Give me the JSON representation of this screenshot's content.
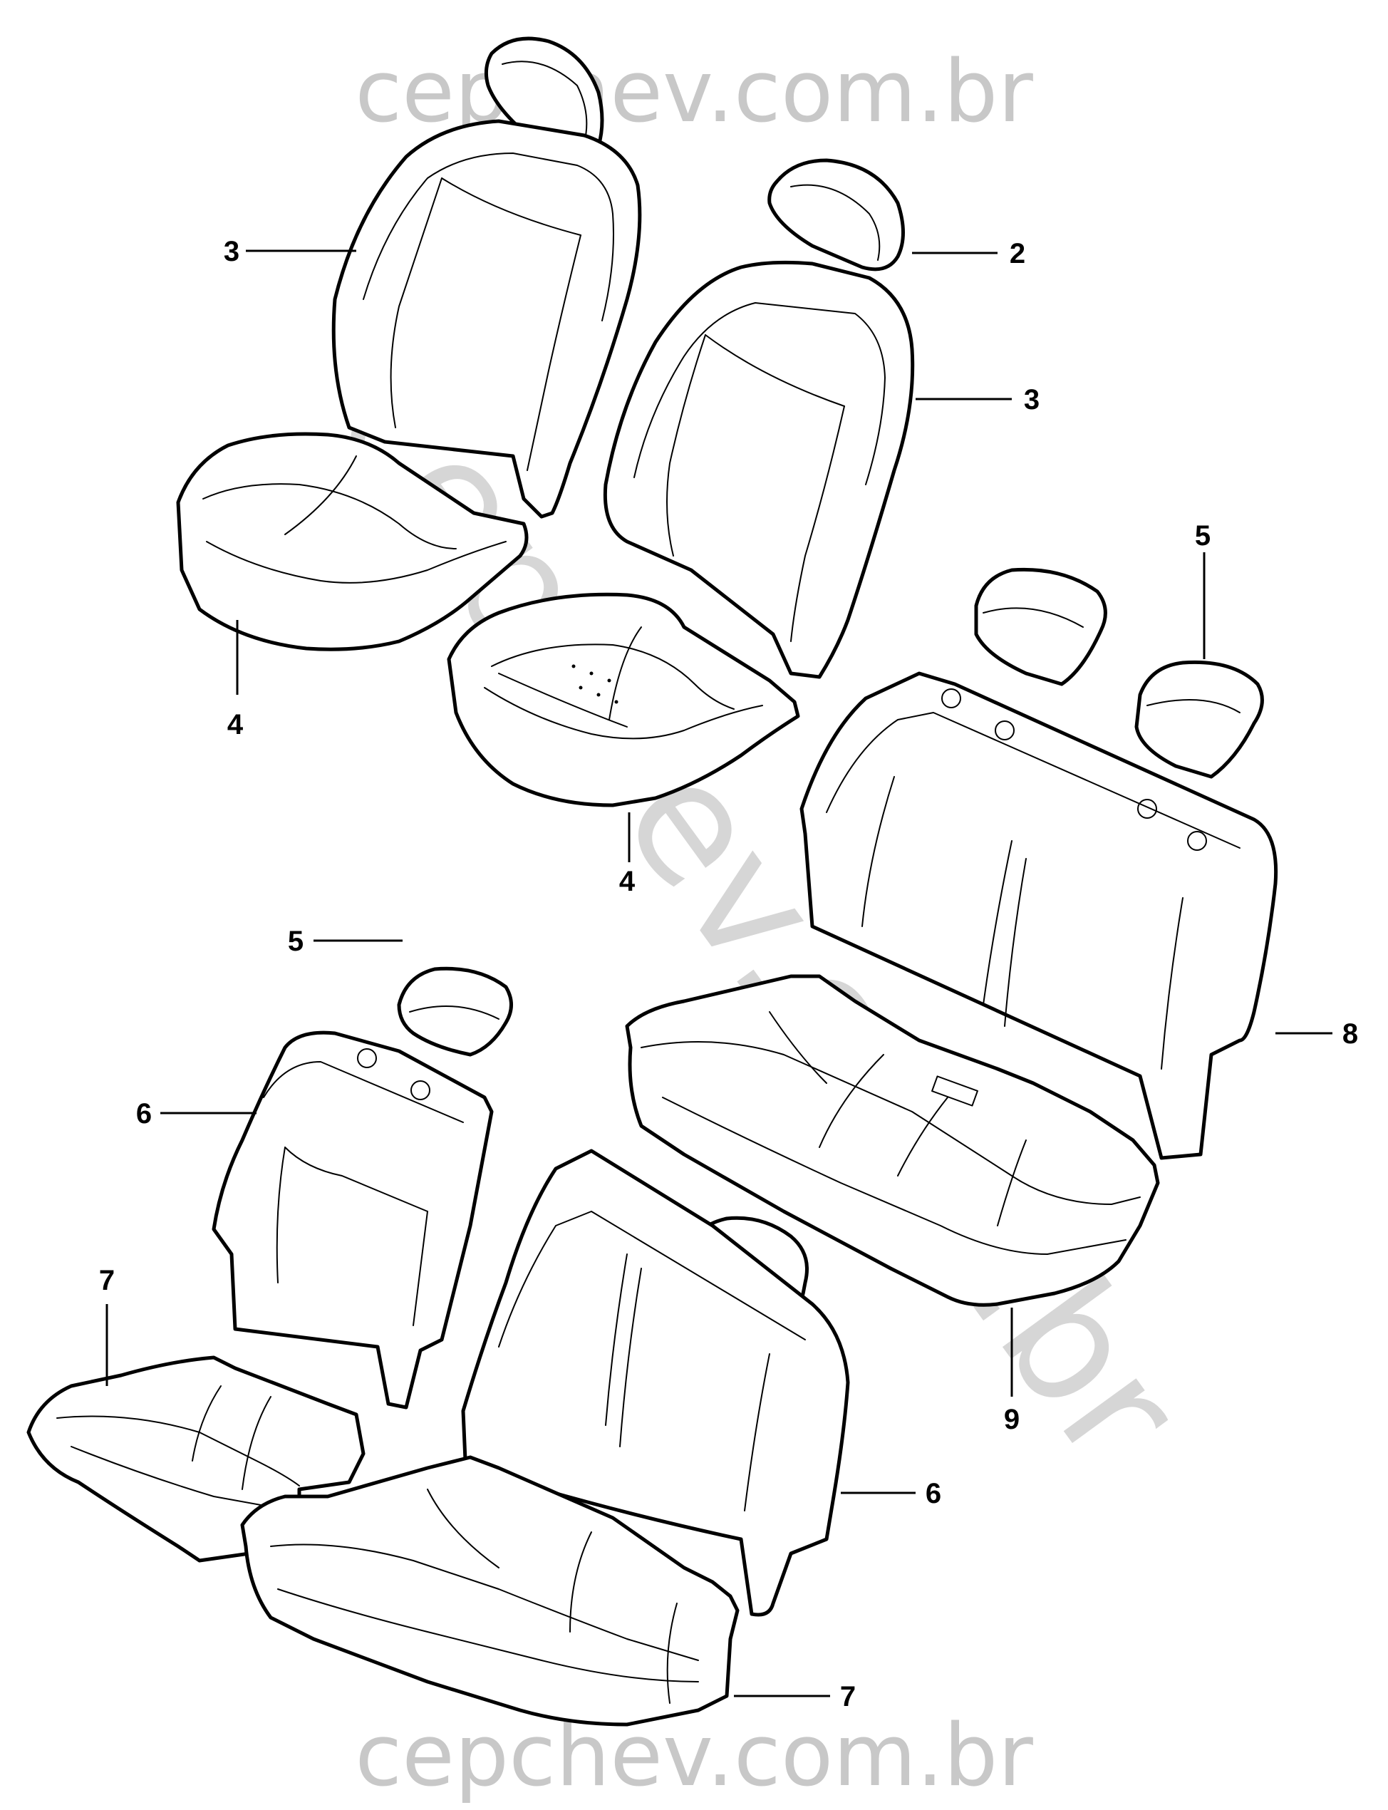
{
  "watermark": {
    "top": "cepchev.com.br",
    "diagonal": "cepchev.com.br",
    "bottom": "cepchev.com.br",
    "color": "#c8c8c8"
  },
  "callouts": {
    "c2": "2",
    "c3_left": "3",
    "c3_right": "3",
    "c4_left": "4",
    "c4_center": "4",
    "c5_right": "5",
    "c5_left": "5",
    "c6_left": "6",
    "c6_right": "6",
    "c7_left": "7",
    "c7_bottom": "7",
    "c8": "8",
    "c9": "9"
  }
}
